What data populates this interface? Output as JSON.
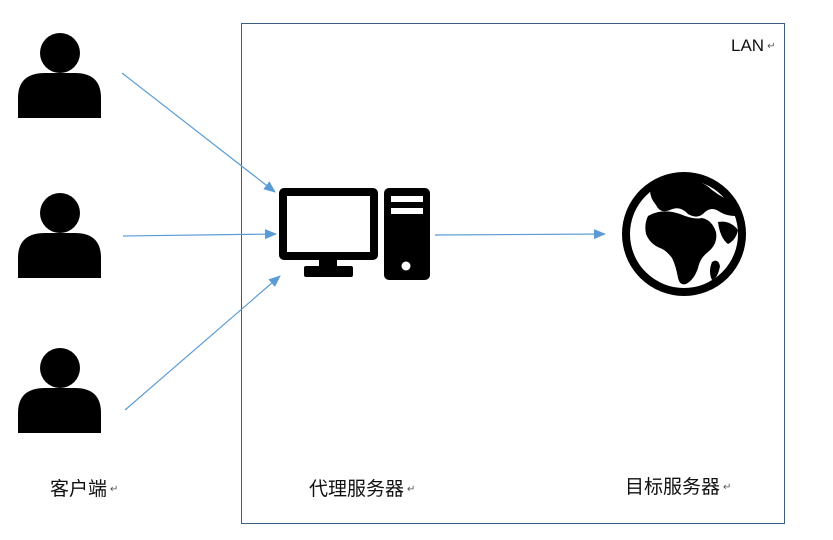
{
  "diagram": {
    "lan_label": "LAN",
    "client_label": "客户端",
    "proxy_label": "代理服务器",
    "target_label": "目标服务器",
    "return_mark": "↵"
  },
  "icons": {
    "clients": [
      "person-icon",
      "person-icon",
      "person-icon"
    ],
    "proxy": "desktop-computer-icon",
    "target": "globe-icon"
  },
  "colors": {
    "arrow": "#5b9bd5",
    "box_border": "#3b5e84",
    "icon": "#000000"
  }
}
